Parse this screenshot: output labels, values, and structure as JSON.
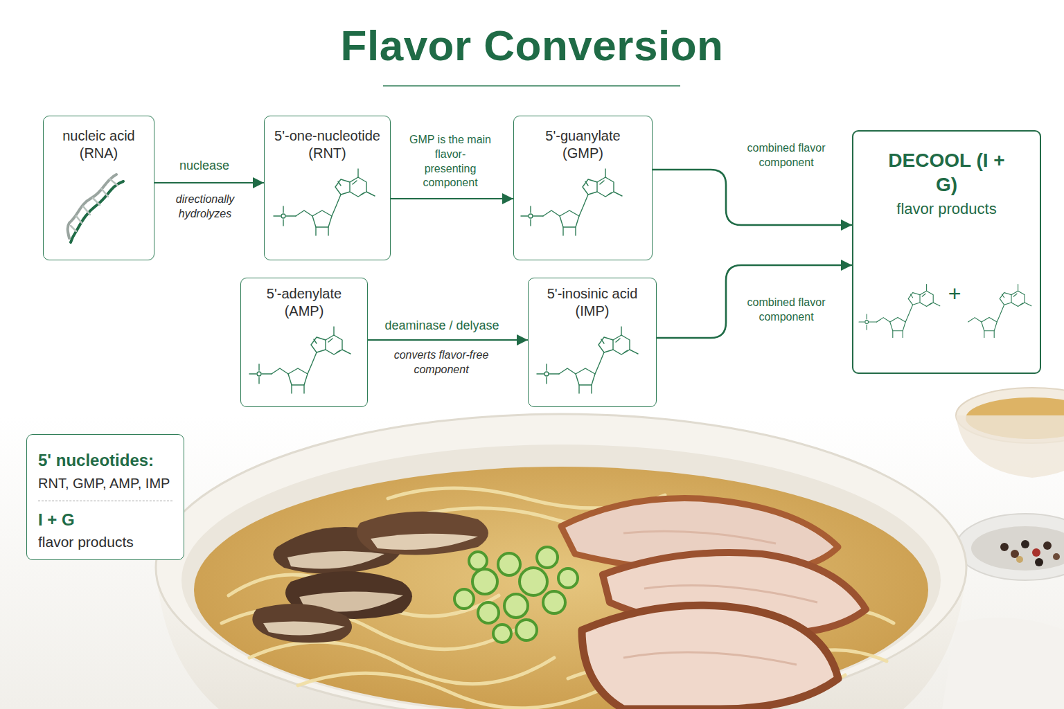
{
  "diagram": {
    "title": "Flavor Conversion",
    "nodes": [
      {
        "text": [
          "nucleic acid (RNA)"
        ]
      },
      {
        "text": [
          "5'-one-nucleotide (RNT)"
        ]
      },
      {
        "text": [
          "5'-guanylate (GMP)"
        ]
      },
      {
        "text": [
          "DECOOL (I + G)",
          "flavor products"
        ]
      },
      {
        "text": [
          "5'-adenylate (AMP)"
        ]
      },
      {
        "text": [
          "5'-inosinic acid (IMP)"
        ]
      },
      {
        "text": [
          "5' nucleotides:",
          "RNT, GMP, AMP, IMP",
          "I + G",
          "flavor products"
        ]
      }
    ],
    "edges": [
      {
        "from": 0,
        "to": 1,
        "arrow": "to",
        "label": "nuclease"
      },
      {
        "from": 1,
        "to": 2,
        "arrow": "to",
        "label": "GMP is the main flavor-presenting component"
      },
      {
        "from": 4,
        "to": 5,
        "arrow": "to",
        "label": "deaminase / delyase"
      },
      {
        "from": 2,
        "to": 3,
        "arrow": "to",
        "label": "combined flavor component"
      },
      {
        "from": 5,
        "to": 3,
        "arrow": "to",
        "label": "combined flavor component"
      }
    ],
    "labels": [
      "directionally hydrolyzes",
      "converts flavor-free component",
      "+"
    ]
  }
}
